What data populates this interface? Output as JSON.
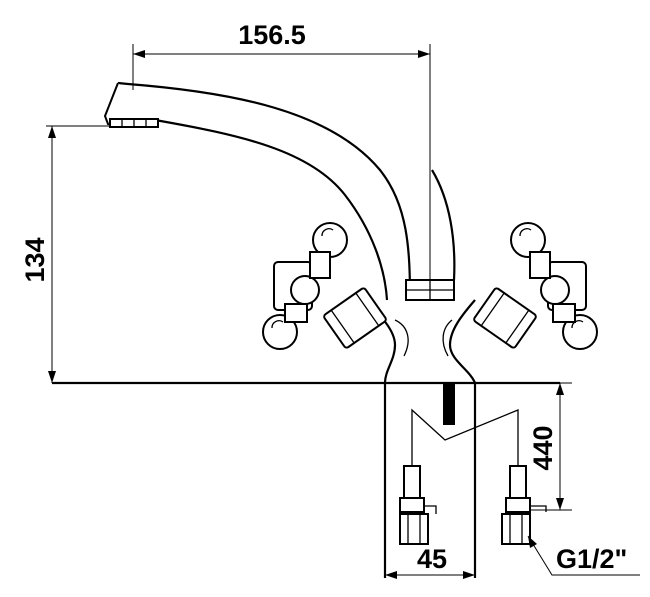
{
  "dimensions": {
    "spout_reach": "156.5",
    "spout_height": "134",
    "hose_length": "440",
    "hose_spacing": "45",
    "thread_size": "G1/2\""
  }
}
